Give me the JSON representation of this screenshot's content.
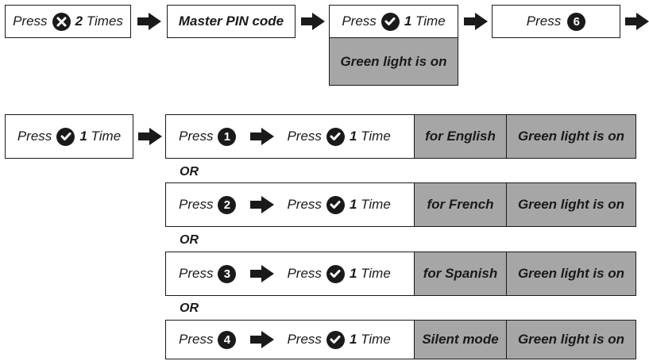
{
  "row1": {
    "step1": {
      "press": "Press",
      "icon": "cancel-icon",
      "count": "2",
      "unit": "Times"
    },
    "step2": {
      "label": "Master PIN code"
    },
    "step3": {
      "press": "Press",
      "icon": "check-icon",
      "count": "1",
      "unit": "Time",
      "result": "Green light is on"
    },
    "step4": {
      "press": "Press",
      "key": "6"
    }
  },
  "row2": {
    "start": {
      "press": "Press",
      "icon": "check-icon",
      "count": "1",
      "unit": "Time"
    },
    "or_label": "OR",
    "options": [
      {
        "press": "Press",
        "key": "1",
        "confirm_press": "Press",
        "count": "1",
        "unit": "Time",
        "language": "for English",
        "result": "Green light is on"
      },
      {
        "press": "Press",
        "key": "2",
        "confirm_press": "Press",
        "count": "1",
        "unit": "Time",
        "language": "for French",
        "result": "Green light is on"
      },
      {
        "press": "Press",
        "key": "3",
        "confirm_press": "Press",
        "count": "1",
        "unit": "Time",
        "language": "for Spanish",
        "result": "Green light is on"
      },
      {
        "press": "Press",
        "key": "4",
        "confirm_press": "Press",
        "count": "1",
        "unit": "Time",
        "language": "Silent mode",
        "result": "Green light is on"
      }
    ]
  }
}
